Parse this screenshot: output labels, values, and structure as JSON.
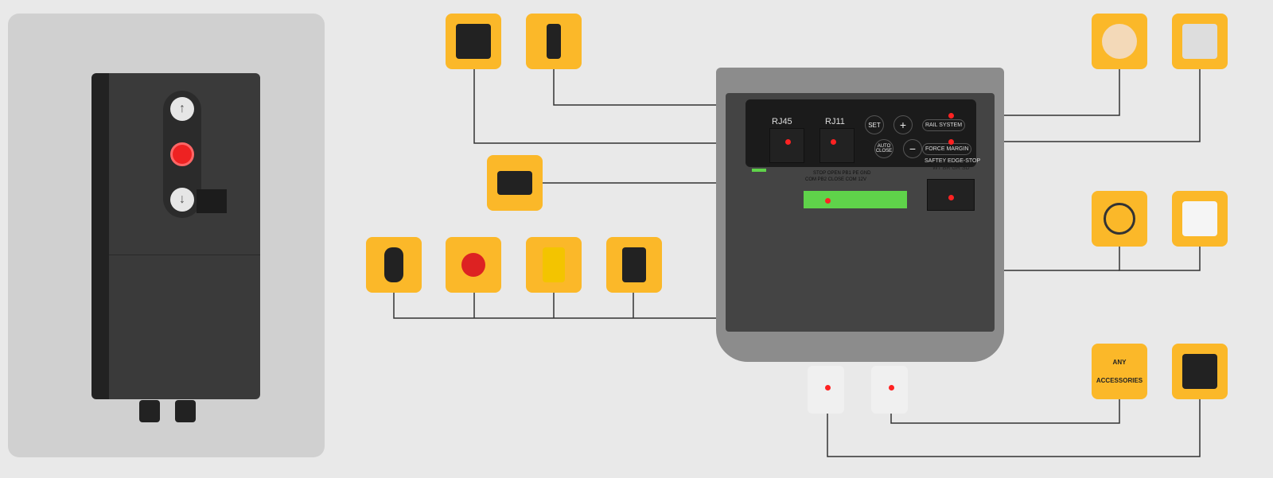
{
  "board": {
    "rj45": "RJ45",
    "rj11": "RJ11",
    "set": "SET",
    "plus": "+",
    "minus": "−",
    "auto_close": "AUTO CLOSE",
    "rail": "RAIL",
    "system": "SYSTEM",
    "force_margin": "FORCE MARGIN",
    "safety_edge_stop": "SAFTEY EDGE-STOP",
    "edge_wires": "WT BR GR SD",
    "terminals_top": "STOP   OPEN   PB1   PE   GND",
    "terminals_bottom": "COM   PB2   CLOSE   COM   12V"
  },
  "accessory_tile": {
    "line1": "ANY",
    "line2": "ACCESSORIES"
  },
  "colors": {
    "tile": "#fbb829",
    "indicator": "#ff2222",
    "terminal": "#5fd34a"
  },
  "tiles": [
    "motor-icon",
    "wall-station-icon",
    "key-fob-remotes-icon",
    "photocell-icon",
    "emergency-stop-icon",
    "warning-lamp-icon",
    "safety-beam-icon",
    "smart-brain-icon",
    "garage-door-icon",
    "wiring-kit-icon",
    "wall-panel-icon",
    "motor-icon"
  ]
}
